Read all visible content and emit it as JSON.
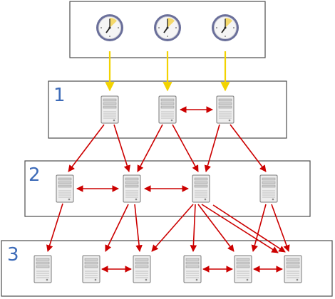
{
  "diagram": {
    "colors": {
      "clock_link": "#f2d300",
      "server_link": "#cc0000",
      "box_border": "#4d4d4d",
      "label": "#3d6bb8",
      "clock_face": "#f5f5f5",
      "clock_rim": "#6a6f9a",
      "clock_wedge": "#f4d96b",
      "server_body": "#ededed",
      "server_border": "#7a7a7a"
    },
    "icons": {
      "clock": "analog-clock-icon",
      "server": "server-tower-icon"
    },
    "tiers": [
      {
        "id": "reference",
        "label": ""
      },
      {
        "id": "stratum-1",
        "label": "1"
      },
      {
        "id": "stratum-2",
        "label": "2"
      },
      {
        "id": "stratum-3",
        "label": "3"
      }
    ]
  }
}
